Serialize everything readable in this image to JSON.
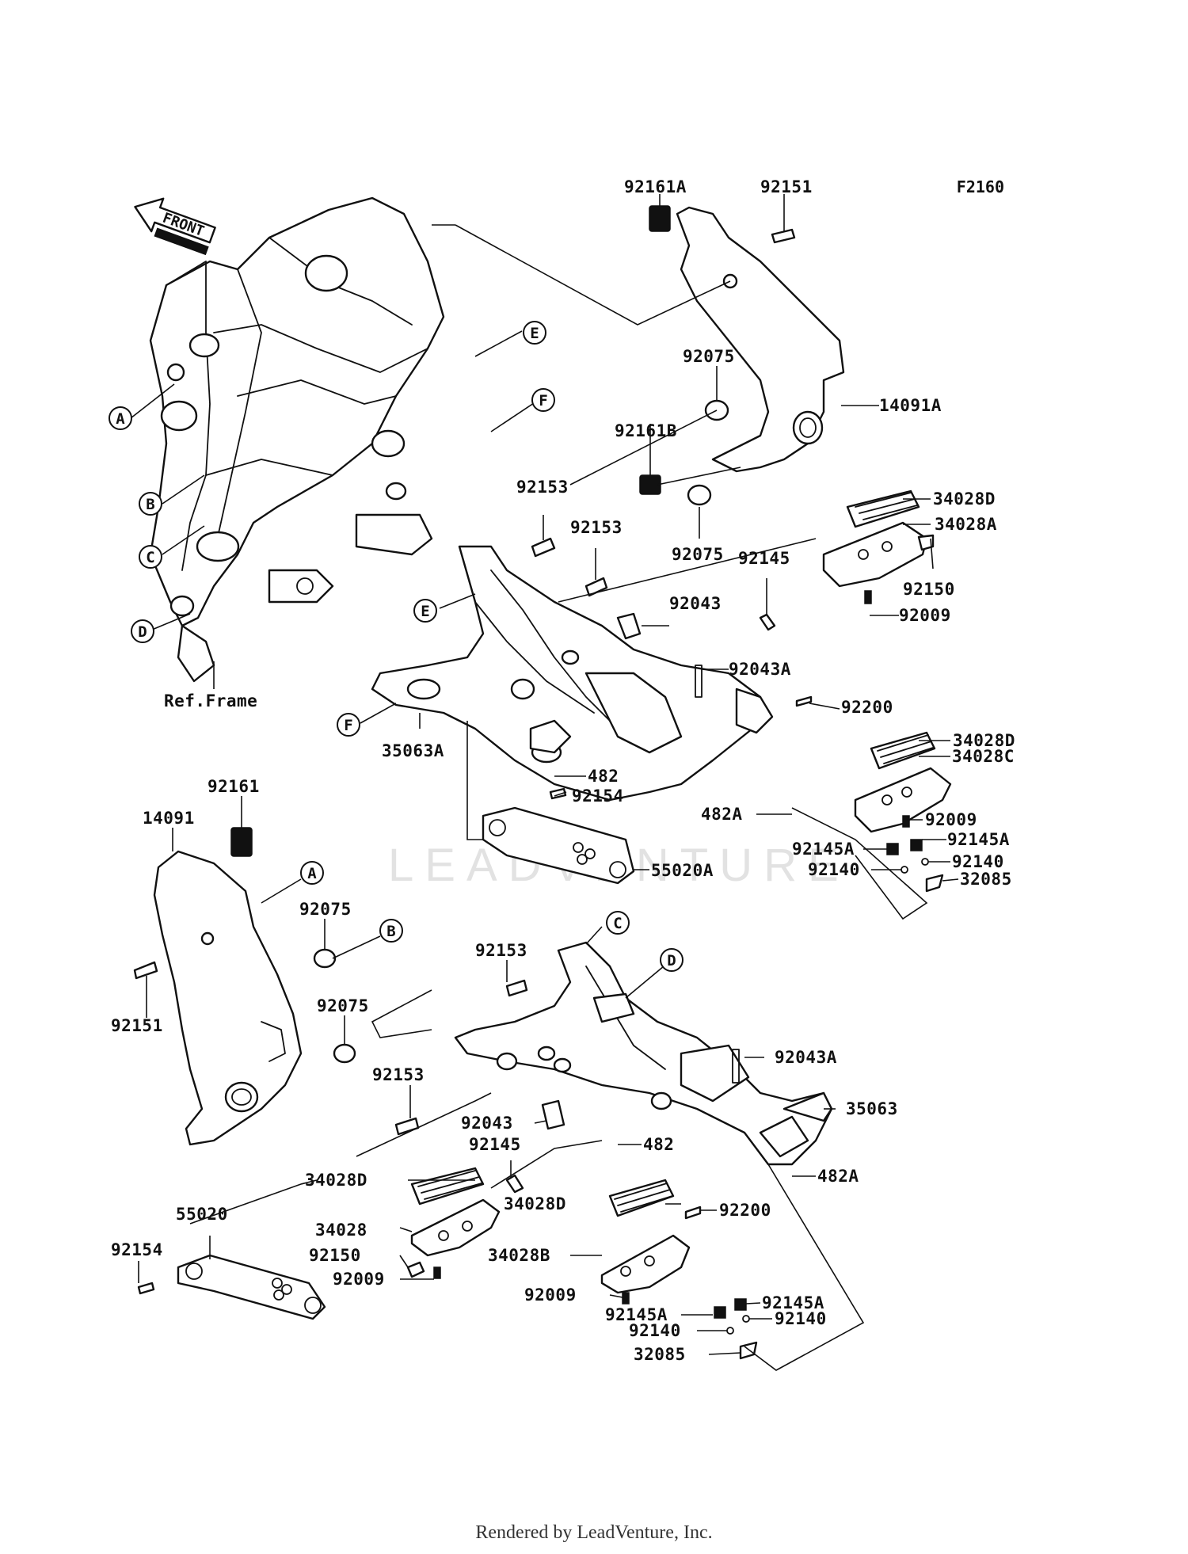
{
  "diagram_code": "F2160",
  "direction_label": "FRONT",
  "watermark": "LEADVENTURE",
  "footer": "Rendered by LeadVenture, Inc.",
  "ref_frame_label": "Ref.Frame",
  "callouts": {
    "p92161A": "92161A",
    "p92151_top": "92151",
    "p92075_a": "92075",
    "p14091A": "14091A",
    "p92161B": "92161B",
    "p92153_a": "92153",
    "p92153_b": "92153",
    "p92075_b": "92075",
    "p34028D_a": "34028D",
    "p34028A": "34028A",
    "p92145_a": "92145",
    "p92150_a": "92150",
    "p92043_a": "92043",
    "p92009_a": "92009",
    "p92043A_a": "92043A",
    "p92200_a": "92200",
    "p35063A": "35063A",
    "p482_a": "482",
    "p92154_a": "92154",
    "p482A_a": "482A",
    "p34028D_b": "34028D",
    "p34028C": "34028C",
    "p92009_b": "92009",
    "p92145A_a": "92145A",
    "p92145A_b": "92145A",
    "p92140_a": "92140",
    "p92140_b": "92140",
    "p32085_a": "32085",
    "p55020A": "55020A",
    "p92161": "92161",
    "p14091": "14091",
    "p92075_c": "92075",
    "p92151_b": "92151",
    "p92075_d": "92075",
    "p92153_c": "92153",
    "p92153_d": "92153",
    "p92043A_b": "92043A",
    "p35063": "35063",
    "p92043_b": "92043",
    "p482_b": "482",
    "p92145_b": "92145",
    "p482A_b": "482A",
    "p34028D_c": "34028D",
    "p55020": "55020",
    "p34028": "34028",
    "p92154_b": "92154",
    "p92150_b": "92150",
    "p92009_c": "92009",
    "p34028D_d": "34028D",
    "p92200_b": "92200",
    "p34028B": "34028B",
    "p92009_d": "92009",
    "p92145A_c": "92145A",
    "p92145A_d": "92145A",
    "p92140_c": "92140",
    "p92140_d": "92140",
    "p32085_b": "32085"
  },
  "refs": {
    "A": "A",
    "B": "B",
    "C": "C",
    "D": "D",
    "E": "E",
    "F": "F"
  }
}
